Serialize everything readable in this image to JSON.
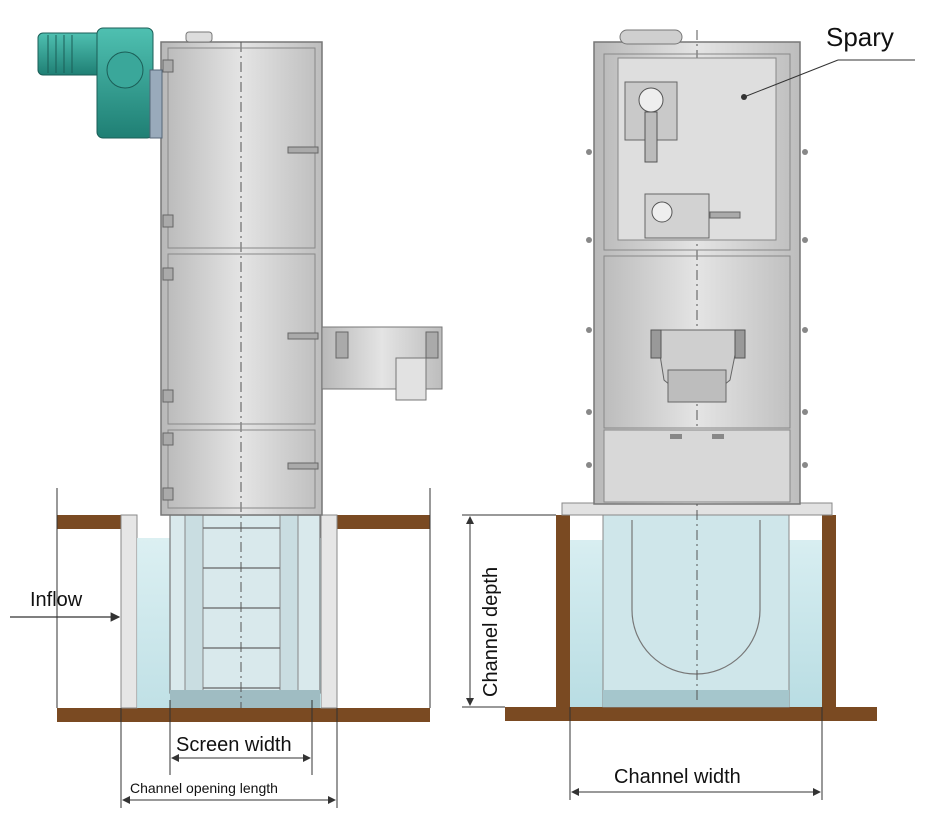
{
  "labels": {
    "spary": "Spary",
    "inflow": "Inflow",
    "screen_width": "Screen width",
    "channel_opening_length": "Channel opening length",
    "channel_depth": "Channel depth",
    "channel_width": "Channel width"
  },
  "colors": {
    "steel": "#d6d6d6",
    "steel_dark": "#9a9a9a",
    "motor": "#3aa79a",
    "water": "#cfe8ec",
    "soil": "#7a4a22",
    "line": "#333333"
  },
  "icons": [
    "motor-gearbox-icon"
  ]
}
